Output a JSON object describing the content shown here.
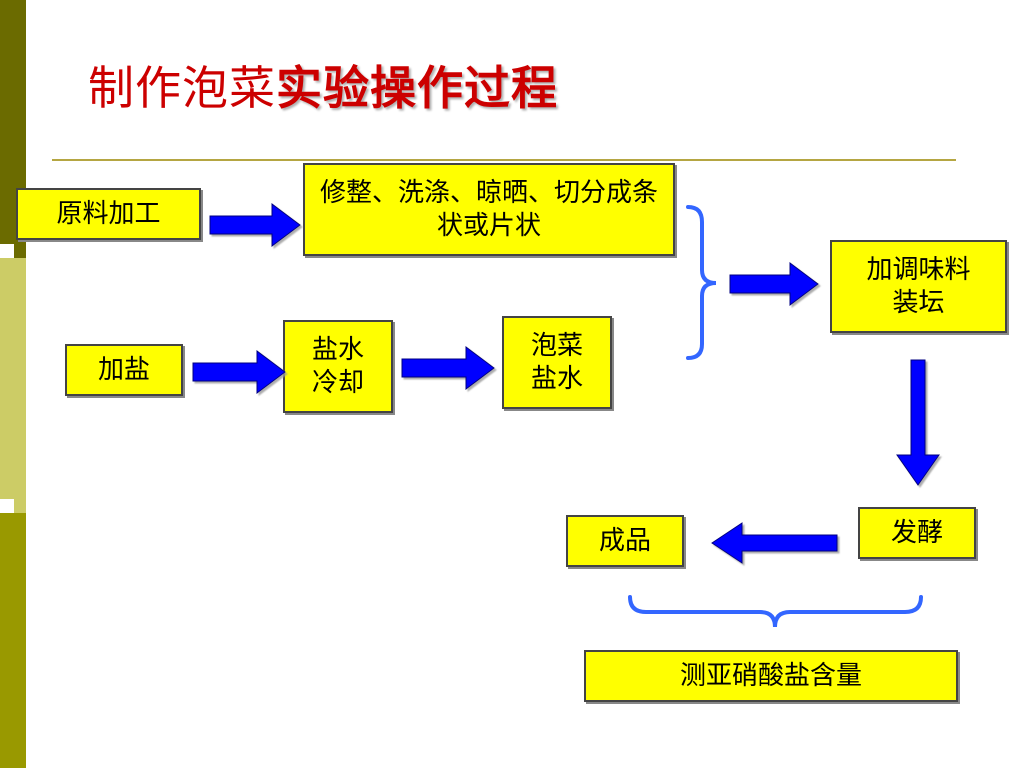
{
  "title": {
    "part1": "制作泡菜",
    "part2": "实验操作过程"
  },
  "nodes": {
    "raw": "原料加工",
    "trim": "修整、洗涤、晾晒、切分成条状或片状",
    "salt": "加盐",
    "brine_cool": "盐水冷却",
    "pickle_brine": "泡菜盐水",
    "season": "加调味料装坛",
    "ferment": "发酵",
    "product": "成品",
    "nitrite": "测亚硝酸盐含量"
  },
  "colors": {
    "box_fill": "#ffff00",
    "arrow": "#0000ff",
    "brace": "#3366ff",
    "title": "#cc0000"
  }
}
